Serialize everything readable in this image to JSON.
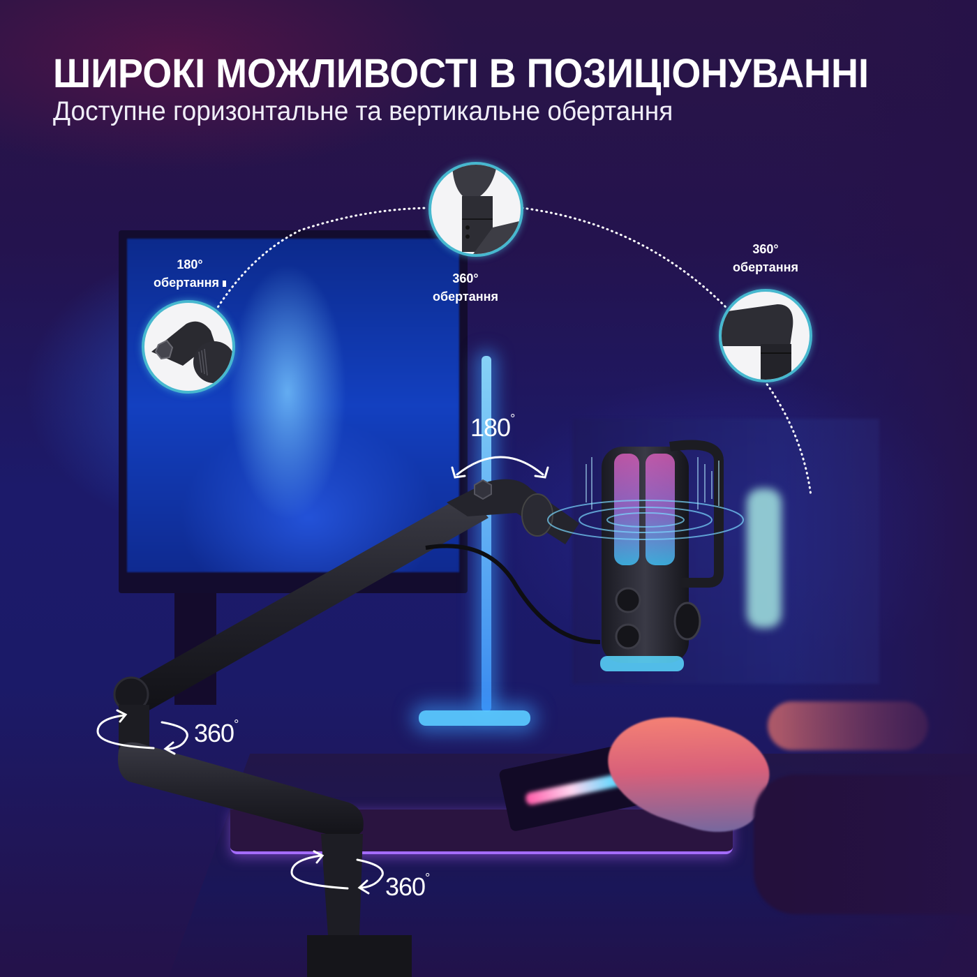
{
  "header": {
    "title": "ШИРОКІ МОЖЛИВОСТІ В ПОЗИЦІОНУВАННІ",
    "subtitle": "Доступне горизонтальне та вертикальне обертання"
  },
  "callouts": [
    {
      "id": "left",
      "degree": "180°",
      "label": "обертання",
      "icon": "mic-mount-joint-detail"
    },
    {
      "id": "center",
      "degree": "360°",
      "label": "обертання",
      "icon": "arm-swivel-column-detail"
    },
    {
      "id": "right",
      "degree": "360°",
      "label": "обертання",
      "icon": "arm-base-elbow-detail"
    }
  ],
  "rotation_markers": [
    {
      "id": "mount-tilt",
      "value": "180",
      "unit": "°",
      "icon": "double-arrow-arc-icon"
    },
    {
      "id": "arm-elbow",
      "value": "360",
      "unit": "°",
      "icon": "rotate-circle-arrow-icon"
    },
    {
      "id": "arm-base",
      "value": "360",
      "unit": "°",
      "icon": "rotate-circle-arrow-icon"
    }
  ],
  "colors": {
    "background": "#1d1248",
    "callout_ring": "#47b8cf",
    "text": "#ffffff",
    "mic_glow": "#5ad8ff"
  }
}
